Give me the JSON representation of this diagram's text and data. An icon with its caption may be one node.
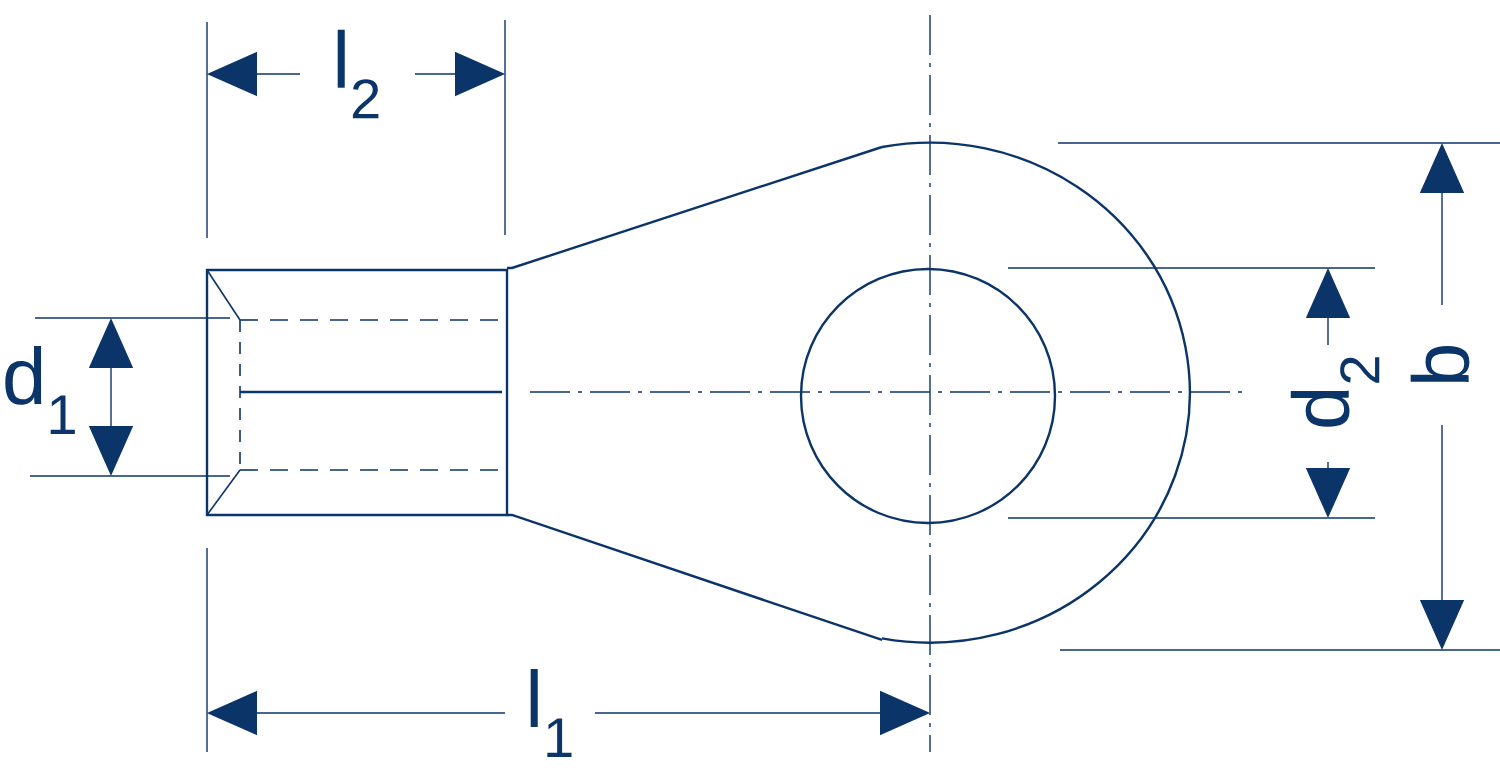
{
  "diagram": {
    "labels": [
      "l$_{2}$",
      "d$_{1}$",
      "d$_{2}$",
      "b",
      "l$_{1}$"
    ]
  }
}
